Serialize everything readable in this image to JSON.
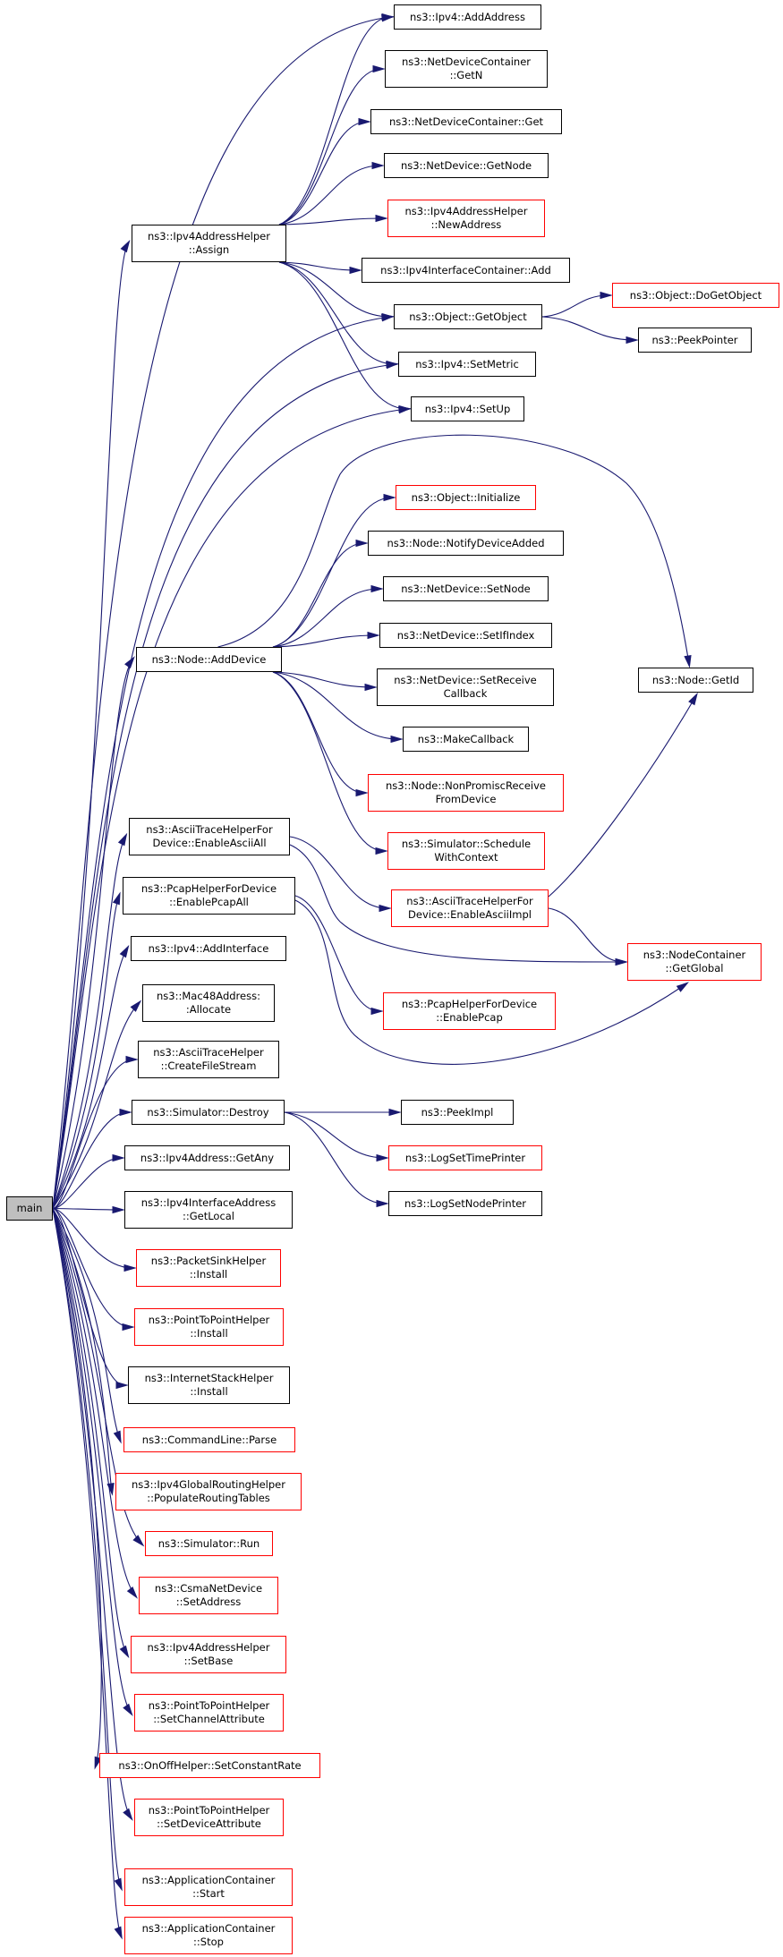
{
  "colors": {
    "edge": "#191970",
    "node_border": "#000000",
    "node_border_incomplete": "#ff0000",
    "root_fill": "#bfbfbf",
    "background": "#ffffff"
  },
  "nodes": [
    {
      "id": "main",
      "label": "main",
      "red": false,
      "root": true
    },
    {
      "id": "ipv4_addaddress",
      "label": "ns3::Ipv4::AddAddress",
      "red": false
    },
    {
      "id": "ndc_getn",
      "label": "ns3::NetDeviceContainer\n::GetN",
      "red": false
    },
    {
      "id": "ndc_get",
      "label": "ns3::NetDeviceContainer::Get",
      "red": false
    },
    {
      "id": "netdevice_getnode",
      "label": "ns3::NetDevice::GetNode",
      "red": false
    },
    {
      "id": "ipv4addrhelper_newaddress",
      "label": "ns3::Ipv4AddressHelper\n::NewAddress",
      "red": true
    },
    {
      "id": "ipv4ifcont_add",
      "label": "ns3::Ipv4InterfaceContainer::Add",
      "red": false
    },
    {
      "id": "object_getobject",
      "label": "ns3::Object::GetObject",
      "red": false
    },
    {
      "id": "object_dogetobject",
      "label": "ns3::Object::DoGetObject",
      "red": true
    },
    {
      "id": "peekpointer",
      "label": "ns3::PeekPointer",
      "red": false
    },
    {
      "id": "ipv4addrhelper_assign",
      "label": "ns3::Ipv4AddressHelper\n::Assign",
      "red": false
    },
    {
      "id": "ipv4_setmetric",
      "label": "ns3::Ipv4::SetMetric",
      "red": false
    },
    {
      "id": "ipv4_setup",
      "label": "ns3::Ipv4::SetUp",
      "red": false
    },
    {
      "id": "object_initialize",
      "label": "ns3::Object::Initialize",
      "red": true
    },
    {
      "id": "node_notifydeviceadded",
      "label": "ns3::Node::NotifyDeviceAdded",
      "red": false
    },
    {
      "id": "netdevice_setnode",
      "label": "ns3::NetDevice::SetNode",
      "red": false
    },
    {
      "id": "netdevice_setifindex",
      "label": "ns3::NetDevice::SetIfIndex",
      "red": false
    },
    {
      "id": "netdevice_setreceivecallback",
      "label": "ns3::NetDevice::SetReceive\nCallback",
      "red": false
    },
    {
      "id": "makecallback",
      "label": "ns3::MakeCallback",
      "red": false
    },
    {
      "id": "node_nonpromisc",
      "label": "ns3::Node::NonPromiscReceive\nFromDevice",
      "red": true
    },
    {
      "id": "simulator_schedulewithcontext",
      "label": "ns3::Simulator::Schedule\nWithContext",
      "red": true
    },
    {
      "id": "node_adddevice",
      "label": "ns3::Node::AddDevice",
      "red": false
    },
    {
      "id": "node_getid",
      "label": "ns3::Node::GetId",
      "red": false
    },
    {
      "id": "asciitracehelperfordevice_enableasciiall",
      "label": "ns3::AsciiTraceHelperFor\nDevice::EnableAsciiAll",
      "red": false
    },
    {
      "id": "asciitracehelperfordevice_enableasciiimpl",
      "label": "ns3::AsciiTraceHelperFor\nDevice::EnableAsciiImpl",
      "red": true
    },
    {
      "id": "pcaphelperfordevice_enablepcapall",
      "label": "ns3::PcapHelperForDevice\n::EnablePcapAll",
      "red": false
    },
    {
      "id": "nodecontainer_getglobal",
      "label": "ns3::NodeContainer\n::GetGlobal",
      "red": true
    },
    {
      "id": "ipv4_addinterface",
      "label": "ns3::Ipv4::AddInterface",
      "red": false
    },
    {
      "id": "pcaphelperfordevice_enablepcap",
      "label": "ns3::PcapHelperForDevice\n::EnablePcap",
      "red": true
    },
    {
      "id": "mac48address_allocate",
      "label": "ns3::Mac48Address:\n:Allocate",
      "red": false
    },
    {
      "id": "asciitracehelper_createfilestream",
      "label": "ns3::AsciiTraceHelper\n::CreateFileStream",
      "red": false
    },
    {
      "id": "simulator_destroy",
      "label": "ns3::Simulator::Destroy",
      "red": false
    },
    {
      "id": "peekimpl",
      "label": "ns3::PeekImpl",
      "red": false
    },
    {
      "id": "logsettimeprinter",
      "label": "ns3::LogSetTimePrinter",
      "red": true
    },
    {
      "id": "logsetnodeprinter",
      "label": "ns3::LogSetNodePrinter",
      "red": false
    },
    {
      "id": "ipv4address_getany",
      "label": "ns3::Ipv4Address::GetAny",
      "red": false
    },
    {
      "id": "ipv4ifaddr_getlocal",
      "label": "ns3::Ipv4InterfaceAddress\n::GetLocal",
      "red": false
    },
    {
      "id": "packetsinkhelper_install",
      "label": "ns3::PacketSinkHelper\n::Install",
      "red": true
    },
    {
      "id": "p2phelper_install",
      "label": "ns3::PointToPointHelper\n::Install",
      "red": true
    },
    {
      "id": "internetstackhelper_install",
      "label": "ns3::InternetStackHelper\n::Install",
      "red": false
    },
    {
      "id": "commandline_parse",
      "label": "ns3::CommandLine::Parse",
      "red": true
    },
    {
      "id": "ipv4globalrouting_populate",
      "label": "ns3::Ipv4GlobalRoutingHelper\n::PopulateRoutingTables",
      "red": true
    },
    {
      "id": "simulator_run",
      "label": "ns3::Simulator::Run",
      "red": true
    },
    {
      "id": "csmanetdevice_setaddress",
      "label": "ns3::CsmaNetDevice\n::SetAddress",
      "red": true
    },
    {
      "id": "ipv4addrhelper_setbase",
      "label": "ns3::Ipv4AddressHelper\n::SetBase",
      "red": true
    },
    {
      "id": "p2phelper_setchannelattribute",
      "label": "ns3::PointToPointHelper\n::SetChannelAttribute",
      "red": true
    },
    {
      "id": "onoffhelper_setconstantrate",
      "label": "ns3::OnOffHelper::SetConstantRate",
      "red": true
    },
    {
      "id": "p2phelper_setdeviceattribute",
      "label": "ns3::PointToPointHelper\n::SetDeviceAttribute",
      "red": true
    },
    {
      "id": "appcontainer_start",
      "label": "ns3::ApplicationContainer\n::Start",
      "red": true
    },
    {
      "id": "appcontainer_stop",
      "label": "ns3::ApplicationContainer\n::Stop",
      "red": true
    }
  ],
  "edges": [
    [
      "main",
      "ipv4_addaddress"
    ],
    [
      "main",
      "ipv4addrhelper_assign"
    ],
    [
      "main",
      "object_getobject"
    ],
    [
      "main",
      "ipv4_setmetric"
    ],
    [
      "main",
      "ipv4_setup"
    ],
    [
      "main",
      "node_adddevice"
    ],
    [
      "main",
      "asciitracehelperfordevice_enableasciiall"
    ],
    [
      "main",
      "pcaphelperfordevice_enablepcapall"
    ],
    [
      "main",
      "ipv4_addinterface"
    ],
    [
      "main",
      "mac48address_allocate"
    ],
    [
      "main",
      "asciitracehelper_createfilestream"
    ],
    [
      "main",
      "simulator_destroy"
    ],
    [
      "main",
      "ipv4address_getany"
    ],
    [
      "main",
      "ipv4ifaddr_getlocal"
    ],
    [
      "main",
      "packetsinkhelper_install"
    ],
    [
      "main",
      "p2phelper_install"
    ],
    [
      "main",
      "internetstackhelper_install"
    ],
    [
      "main",
      "commandline_parse"
    ],
    [
      "main",
      "ipv4globalrouting_populate"
    ],
    [
      "main",
      "simulator_run"
    ],
    [
      "main",
      "csmanetdevice_setaddress"
    ],
    [
      "main",
      "ipv4addrhelper_setbase"
    ],
    [
      "main",
      "p2phelper_setchannelattribute"
    ],
    [
      "main",
      "onoffhelper_setconstantrate"
    ],
    [
      "main",
      "p2phelper_setdeviceattribute"
    ],
    [
      "main",
      "appcontainer_start"
    ],
    [
      "main",
      "appcontainer_stop"
    ],
    [
      "ipv4addrhelper_assign",
      "ipv4_addaddress"
    ],
    [
      "ipv4addrhelper_assign",
      "ndc_getn"
    ],
    [
      "ipv4addrhelper_assign",
      "ndc_get"
    ],
    [
      "ipv4addrhelper_assign",
      "netdevice_getnode"
    ],
    [
      "ipv4addrhelper_assign",
      "ipv4addrhelper_newaddress"
    ],
    [
      "ipv4addrhelper_assign",
      "ipv4ifcont_add"
    ],
    [
      "ipv4addrhelper_assign",
      "object_getobject"
    ],
    [
      "ipv4addrhelper_assign",
      "ipv4_setmetric"
    ],
    [
      "ipv4addrhelper_assign",
      "ipv4_setup"
    ],
    [
      "object_getobject",
      "object_dogetobject"
    ],
    [
      "object_getobject",
      "peekpointer"
    ],
    [
      "node_adddevice",
      "node_getid"
    ],
    [
      "node_adddevice",
      "object_initialize"
    ],
    [
      "node_adddevice",
      "node_notifydeviceadded"
    ],
    [
      "node_adddevice",
      "netdevice_setnode"
    ],
    [
      "node_adddevice",
      "netdevice_setifindex"
    ],
    [
      "node_adddevice",
      "netdevice_setreceivecallback"
    ],
    [
      "node_adddevice",
      "makecallback"
    ],
    [
      "node_adddevice",
      "node_nonpromisc"
    ],
    [
      "node_adddevice",
      "simulator_schedulewithcontext"
    ],
    [
      "asciitracehelperfordevice_enableasciiall",
      "asciitracehelperfordevice_enableasciiimpl"
    ],
    [
      "asciitracehelperfordevice_enableasciiall",
      "nodecontainer_getglobal"
    ],
    [
      "asciitracehelperfordevice_enableasciiimpl",
      "node_getid"
    ],
    [
      "asciitracehelperfordevice_enableasciiimpl",
      "nodecontainer_getglobal"
    ],
    [
      "pcaphelperfordevice_enablepcapall",
      "pcaphelperfordevice_enablepcap"
    ],
    [
      "pcaphelperfordevice_enablepcapall",
      "nodecontainer_getglobal"
    ],
    [
      "simulator_destroy",
      "peekimpl"
    ],
    [
      "simulator_destroy",
      "logsettimeprinter"
    ],
    [
      "simulator_destroy",
      "logsetnodeprinter"
    ]
  ]
}
